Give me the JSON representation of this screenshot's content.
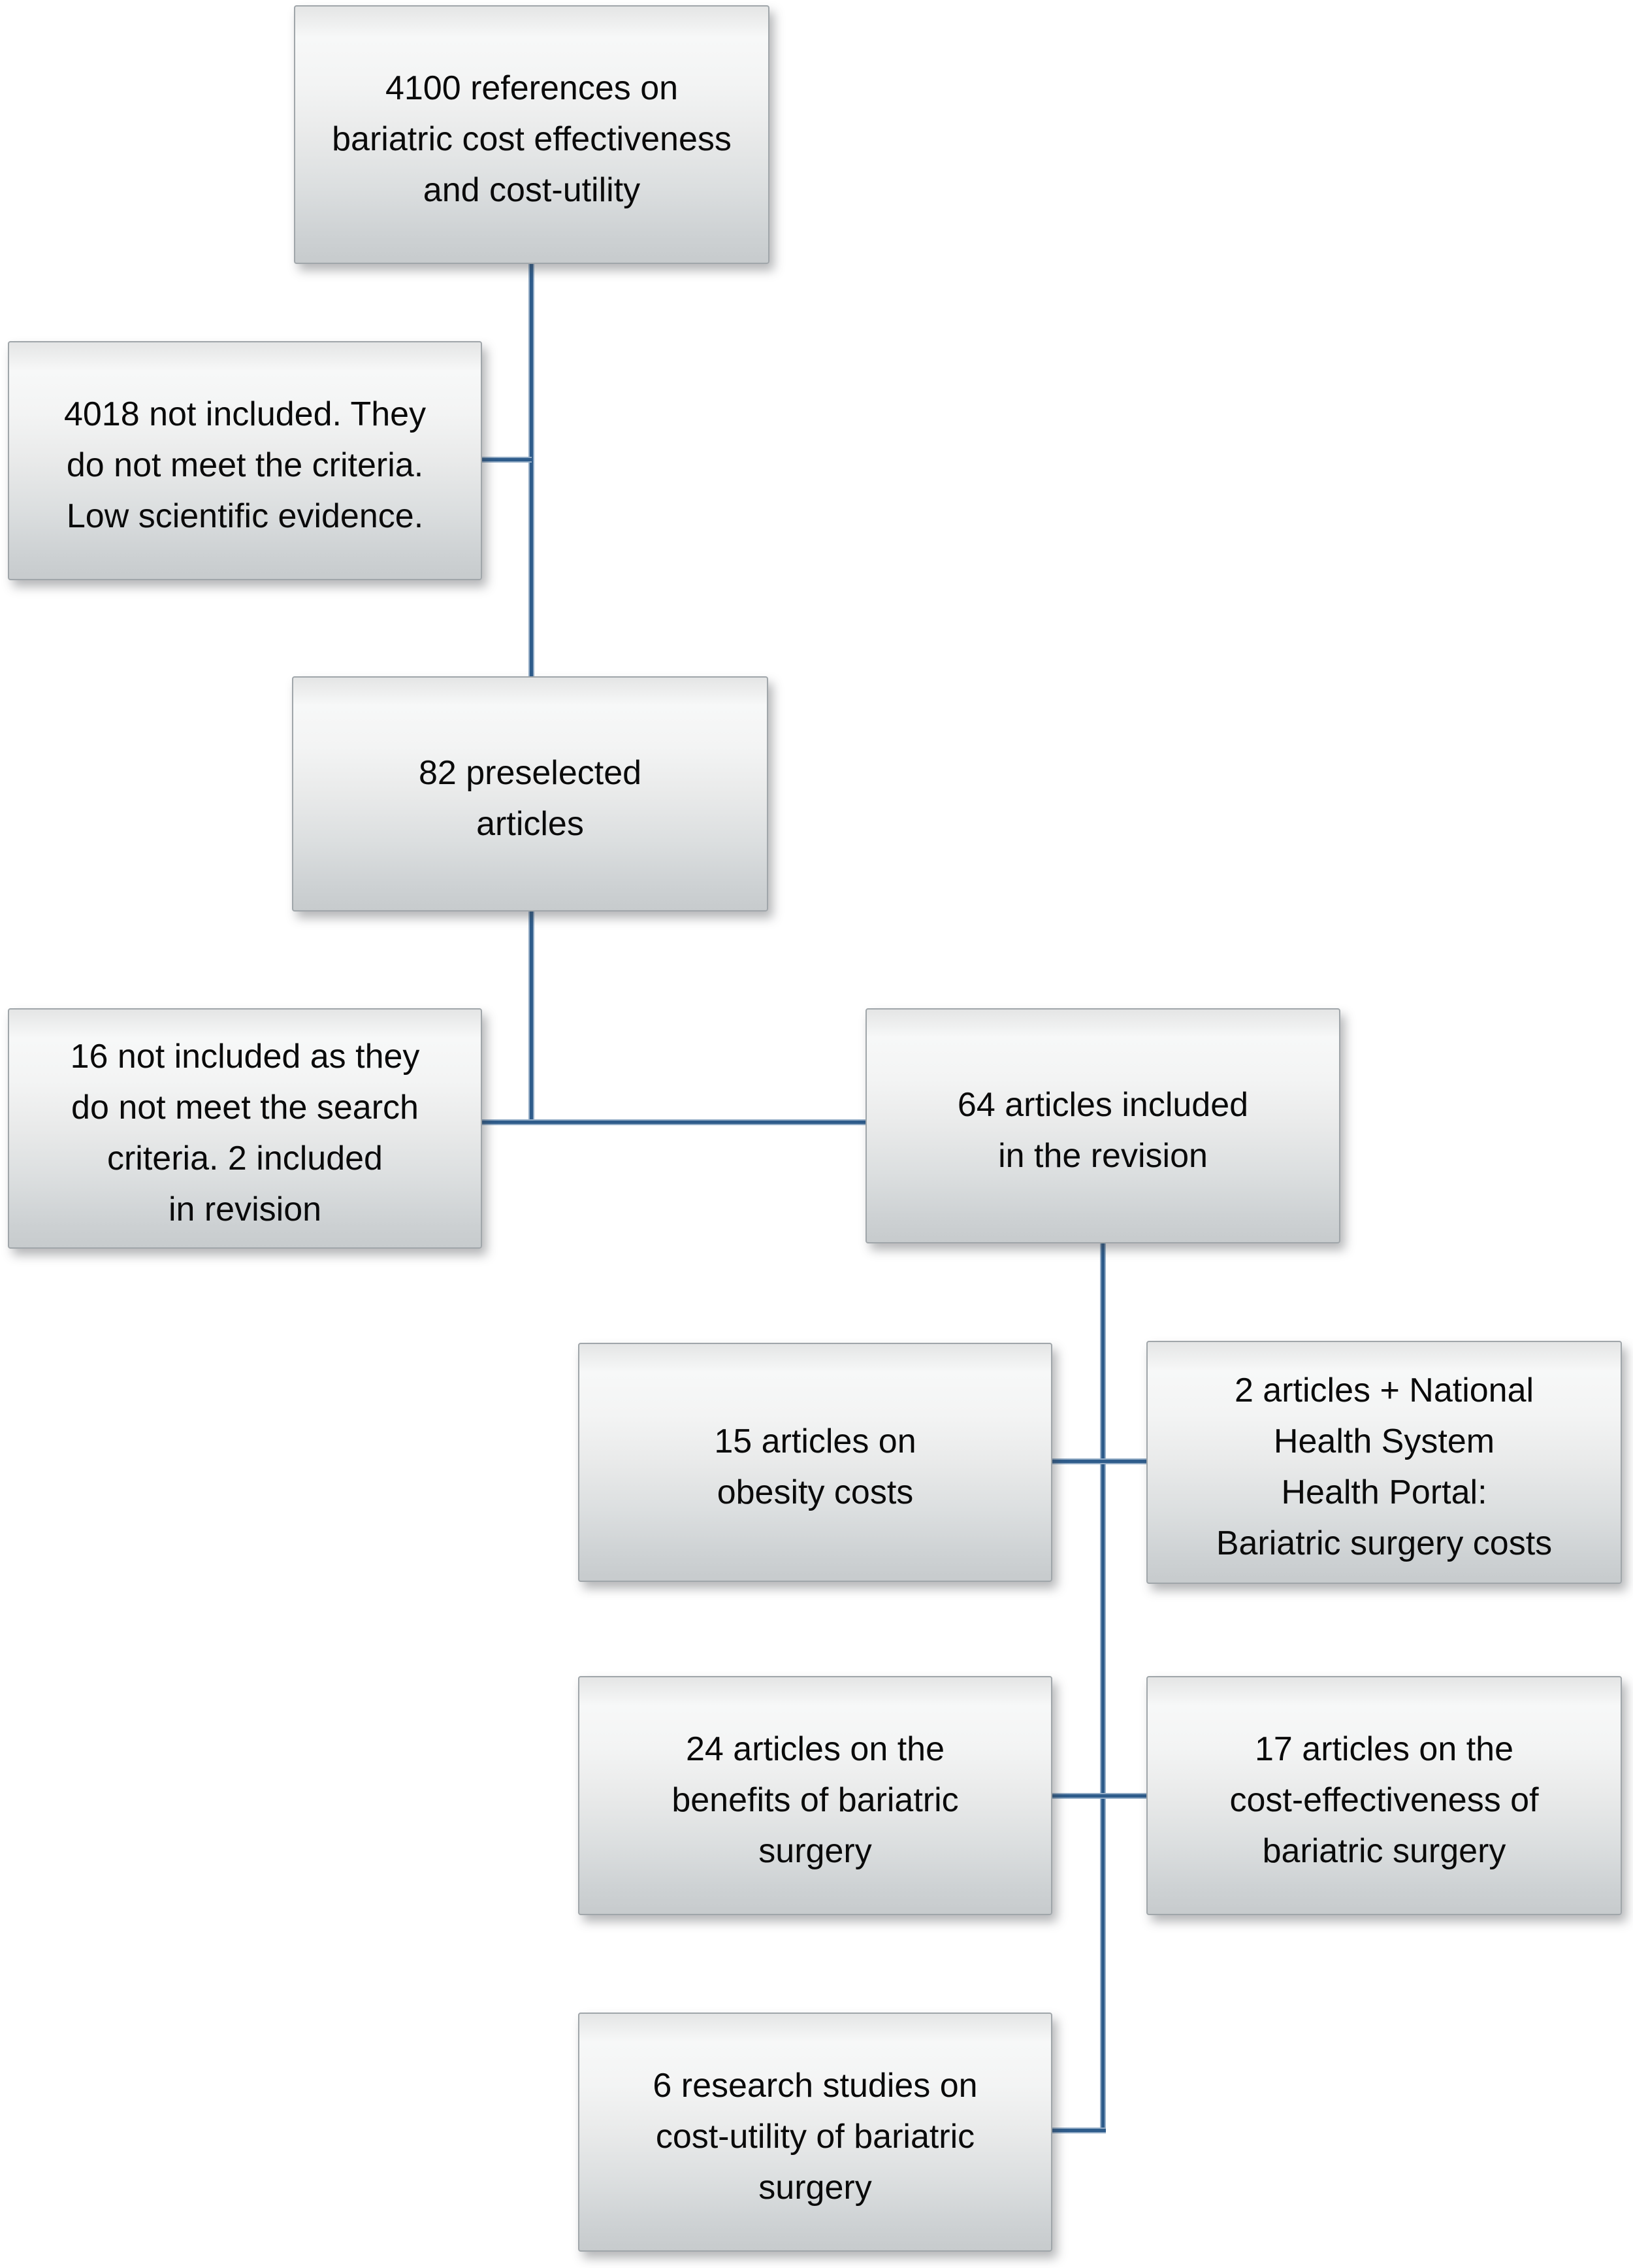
{
  "diagram": {
    "type": "flowchart",
    "description": "Article selection flow for bariatric surgery cost review",
    "colors": {
      "connector": "#2e5c8b",
      "connector-edge": "#93acc6",
      "box-border": "#a0a6aa",
      "text": "#0a0a0a"
    },
    "boxes": [
      {
        "id": "references-4100",
        "text": "4100 references on\nbariatric cost effectiveness\nand cost-utility"
      },
      {
        "id": "excluded-4018",
        "text": "4018 not included. They\ndo not meet the criteria.\nLow scientific evidence."
      },
      {
        "id": "preselected-82",
        "text": "82 preselected\narticles"
      },
      {
        "id": "excluded-16",
        "text": "16 not included as they\ndo not meet the search\ncriteria. 2 included\nin revision"
      },
      {
        "id": "included-64",
        "text": "64 articles included\nin the revision"
      },
      {
        "id": "obesity-costs-15",
        "text": "15 articles on\nobesity costs"
      },
      {
        "id": "surgery-costs-2",
        "text": "2 articles + National\nHealth System\nHealth Portal:\nBariatric surgery costs"
      },
      {
        "id": "benefits-24",
        "text": "24 articles on the\nbenefits of bariatric\nsurgery"
      },
      {
        "id": "cost-effectiveness-17",
        "text": "17 articles on the\ncost-effectiveness of\nbariatric surgery"
      },
      {
        "id": "cost-utility-6",
        "text": "6 research studies on\ncost-utility of bariatric\nsurgery"
      }
    ],
    "connectors": [
      {
        "id": "v1",
        "from": "references-4100",
        "to": "preselected-82"
      },
      {
        "id": "h1",
        "from": "excluded-4018",
        "to": "v1"
      },
      {
        "id": "v2",
        "from": "preselected-82",
        "to": "h2"
      },
      {
        "id": "h2",
        "from": "excluded-16",
        "to": "included-64"
      },
      {
        "id": "v3",
        "from": "included-64",
        "to": "h5"
      },
      {
        "id": "h3",
        "from": "obesity-costs-15",
        "to": "surgery-costs-2"
      },
      {
        "id": "h4",
        "from": "benefits-24",
        "to": "cost-effectiveness-17"
      },
      {
        "id": "h5",
        "from": "cost-utility-6",
        "to": "v3"
      }
    ]
  }
}
